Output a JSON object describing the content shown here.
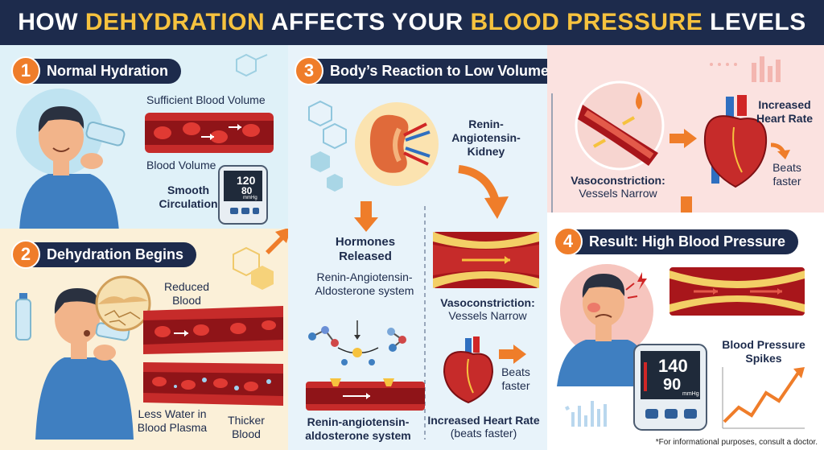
{
  "title": {
    "part1": "HOW ",
    "part2": "DEHYDRATION",
    "part3": " AFFECTS YOUR ",
    "part4": "BLOOD PRESSURE",
    "part5": " LEVELS"
  },
  "colors": {
    "navy": "#1d2b4c",
    "orange": "#ef7d2a",
    "yellow": "#f6c23e",
    "vessel": "#a8161b"
  },
  "section1": {
    "number": "1",
    "label": "Normal Hydration",
    "sufficient": "Sufficient Blood Volume",
    "volume": "Blood Volume",
    "smooth": "Smooth Circulation",
    "monitor": {
      "sys": "120",
      "dia": "80",
      "unit": "mmHg"
    }
  },
  "section2": {
    "number": "2",
    "label": "Dehydration Begins",
    "reduced": "Reduced Blood Volume",
    "less_water": "Less Water in Blood Plasma",
    "thicker": "Thicker Blood"
  },
  "section3": {
    "number": "3",
    "label": "Body’s Reaction to Low Volume",
    "kidney": "Renin-Angiotensin-Kidney",
    "hormones": "Hormones Released",
    "raas_desc": "Renin-Angiotensin-Aldosterone system",
    "vaso_title": "Vasoconstriction:",
    "vaso_sub": "Vessels Narrow",
    "beats": "Beats faster",
    "raas_bottom": "Renin-angiotensin-aldosterone system",
    "hr_title": "Increased Heart Rate",
    "hr_sub": "(beats faster)"
  },
  "section4": {
    "vaso_title": "Vasoconstriction:",
    "vaso_sub": "Vessels Narrow",
    "hr_title": "Increased Heart Rate",
    "beats": "Beats faster",
    "number": "4",
    "label": "Result: High Blood Pressure",
    "spikes": "Blood Pressure Spikes",
    "monitor": {
      "sys": "140",
      "dia": "90",
      "unit": "mmHg"
    }
  },
  "footnote": "*For informational purposes, consult a doctor."
}
